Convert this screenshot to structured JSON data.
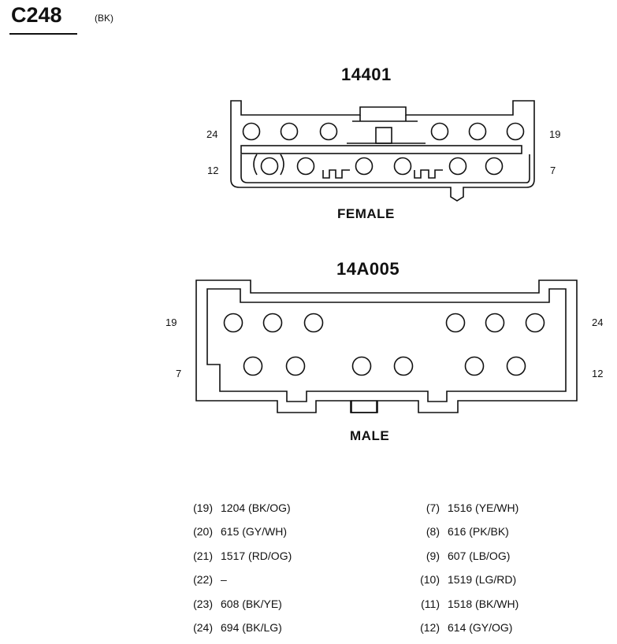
{
  "connector": {
    "id": "C248",
    "color": "(BK)"
  },
  "female": {
    "part_number": "14401",
    "label": "FEMALE",
    "top_left_pin": "24",
    "top_right_pin": "19",
    "bottom_left_pin": "12",
    "bottom_right_pin": "7"
  },
  "male": {
    "part_number": "14A005",
    "label": "MALE",
    "top_left_pin": "19",
    "top_right_pin": "24",
    "bottom_left_pin": "7",
    "bottom_right_pin": "12"
  },
  "pinout": {
    "left": [
      {
        "cavity": "(19)",
        "wire": "1204 (BK/OG)"
      },
      {
        "cavity": "(20)",
        "wire": "615 (GY/WH)"
      },
      {
        "cavity": "(21)",
        "wire": "1517 (RD/OG)"
      },
      {
        "cavity": "(22)",
        "wire": "–"
      },
      {
        "cavity": "(23)",
        "wire": "608 (BK/YE)"
      },
      {
        "cavity": "(24)",
        "wire": "694 (BK/LG)"
      }
    ],
    "right": [
      {
        "cavity": "(7)",
        "wire": "1516 (YE/WH)"
      },
      {
        "cavity": "(8)",
        "wire": "616 (PK/BK)"
      },
      {
        "cavity": "(9)",
        "wire": "607 (LB/OG)"
      },
      {
        "cavity": "(10)",
        "wire": "1519 (LG/RD)"
      },
      {
        "cavity": "(11)",
        "wire": "1518 (BK/WH)"
      },
      {
        "cavity": "(12)",
        "wire": "614 (GY/OG)"
      }
    ]
  }
}
